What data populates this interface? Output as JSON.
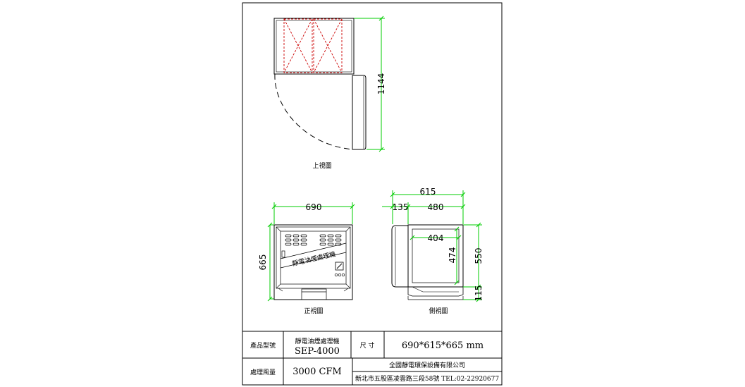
{
  "views": {
    "top_caption": "上視圖",
    "front_caption": "正視圖",
    "side_caption": "側視圖",
    "panel_text": "靜電油煙處理機"
  },
  "dimensions": {
    "top_depth": "1144",
    "front_width": "690",
    "front_height": "665",
    "side_total": "615",
    "side_left": "135",
    "side_right": "480",
    "side_inner": "404",
    "side_inner_h": "474",
    "side_h": "550",
    "side_base": "115"
  },
  "title_block": {
    "model_label": "產品型號",
    "product_name": "靜電油煙處理機",
    "model": "SEP-4000",
    "size_label": "尺 寸",
    "size_value": "690*615*665 mm",
    "airflow_label": "處理風量",
    "airflow_value": "3000 CFM",
    "company": "全國靜電環保設備有限公司",
    "address": "新北市五股區凌雲路三段58號  TEL:02-22920677"
  },
  "colors": {
    "dimension": "#00cc00",
    "hidden_filter": "#cc0000",
    "outline": "#000000"
  }
}
